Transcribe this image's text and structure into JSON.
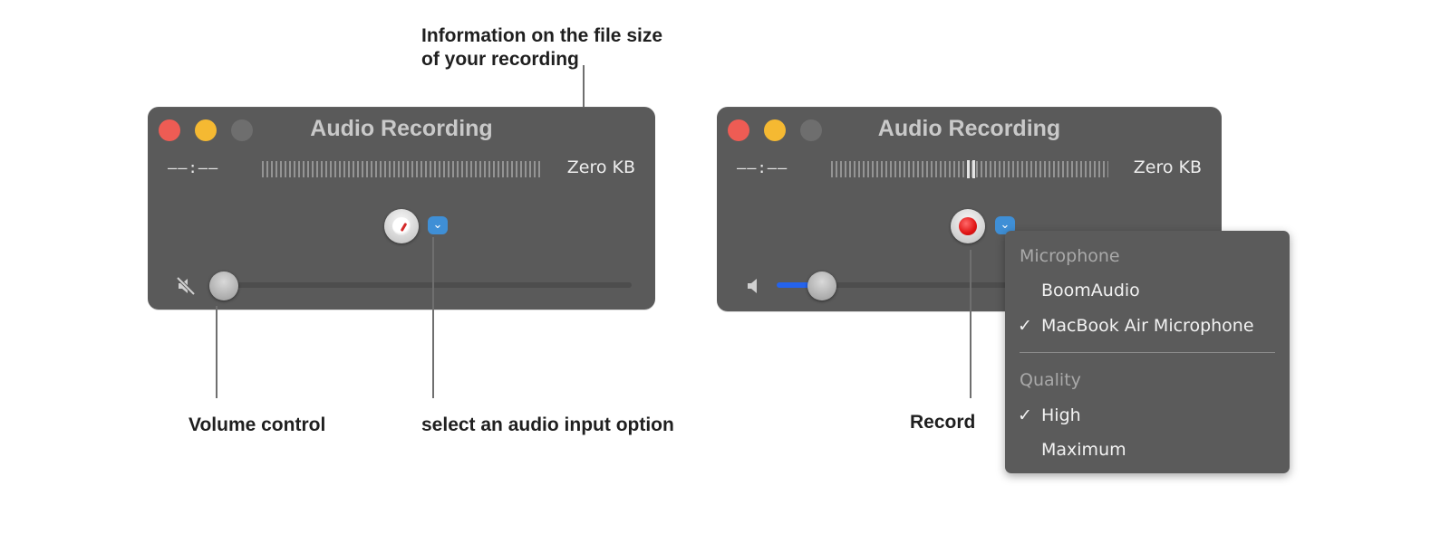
{
  "callouts": {
    "file_size_line1": "Information on the file size",
    "file_size_line2": "of your recording",
    "volume_control": "Volume control",
    "audio_input": "select an audio input option",
    "record": "Record"
  },
  "window_left": {
    "title": "Audio Recording",
    "time": "––:––",
    "file_size": "Zero KB",
    "volume": 0,
    "muted": true
  },
  "window_right": {
    "title": "Audio Recording",
    "time": "––:––",
    "file_size": "Zero KB",
    "volume": 0.15,
    "muted": false,
    "recording_active": true
  },
  "input_menu": {
    "microphone_header": "Microphone",
    "microphones": [
      {
        "label": "BoomAudio",
        "checked": false
      },
      {
        "label": "MacBook Air Microphone",
        "checked": true
      }
    ],
    "quality_header": "Quality",
    "qualities": [
      {
        "label": "High",
        "checked": true
      },
      {
        "label": "Maximum",
        "checked": false
      }
    ],
    "check_glyph": "✓"
  },
  "icons": {
    "chevron": "⌄",
    "colors": {
      "close": "#ee5c54",
      "minimize": "#f5b932",
      "record_dot": "#e01414",
      "volume_fill": "#2563eb",
      "menu_accent": "#3f8fd6"
    }
  }
}
